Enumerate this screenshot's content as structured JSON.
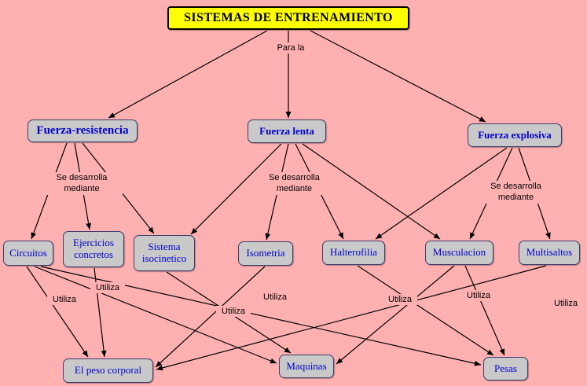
{
  "title": "SISTEMAS DE ENTRENAMIENTO",
  "connector_labels": {
    "para_la": "Para la",
    "se_desarrolla": "Se desarrolla mediante",
    "utiliza": "Utiliza"
  },
  "nodes": {
    "fuerza_resistencia": "Fuerza-resistencia",
    "fuerza_lenta": "Fuerza lenta",
    "fuerza_explosiva": "Fuerza explosiva",
    "circuitos": "Circuitos",
    "ejercicios_concretos": "Ejercicios concretos",
    "sistema_isocinetico": "Sistema isocinetico",
    "isometria": "Isometria",
    "halterofilia": "Halterofilia",
    "musculacion": "Musculacion",
    "multisaltos": "Multisaltos",
    "peso_corporal": "El  peso corporal",
    "maquinas": "Maquinas",
    "pesas": "Pesas"
  },
  "colors": {
    "background": "#ffb1b1",
    "node_fill": "#c9c9c9",
    "title_fill": "#ffff00",
    "node_text": "#0000cc",
    "line": "#000000"
  }
}
